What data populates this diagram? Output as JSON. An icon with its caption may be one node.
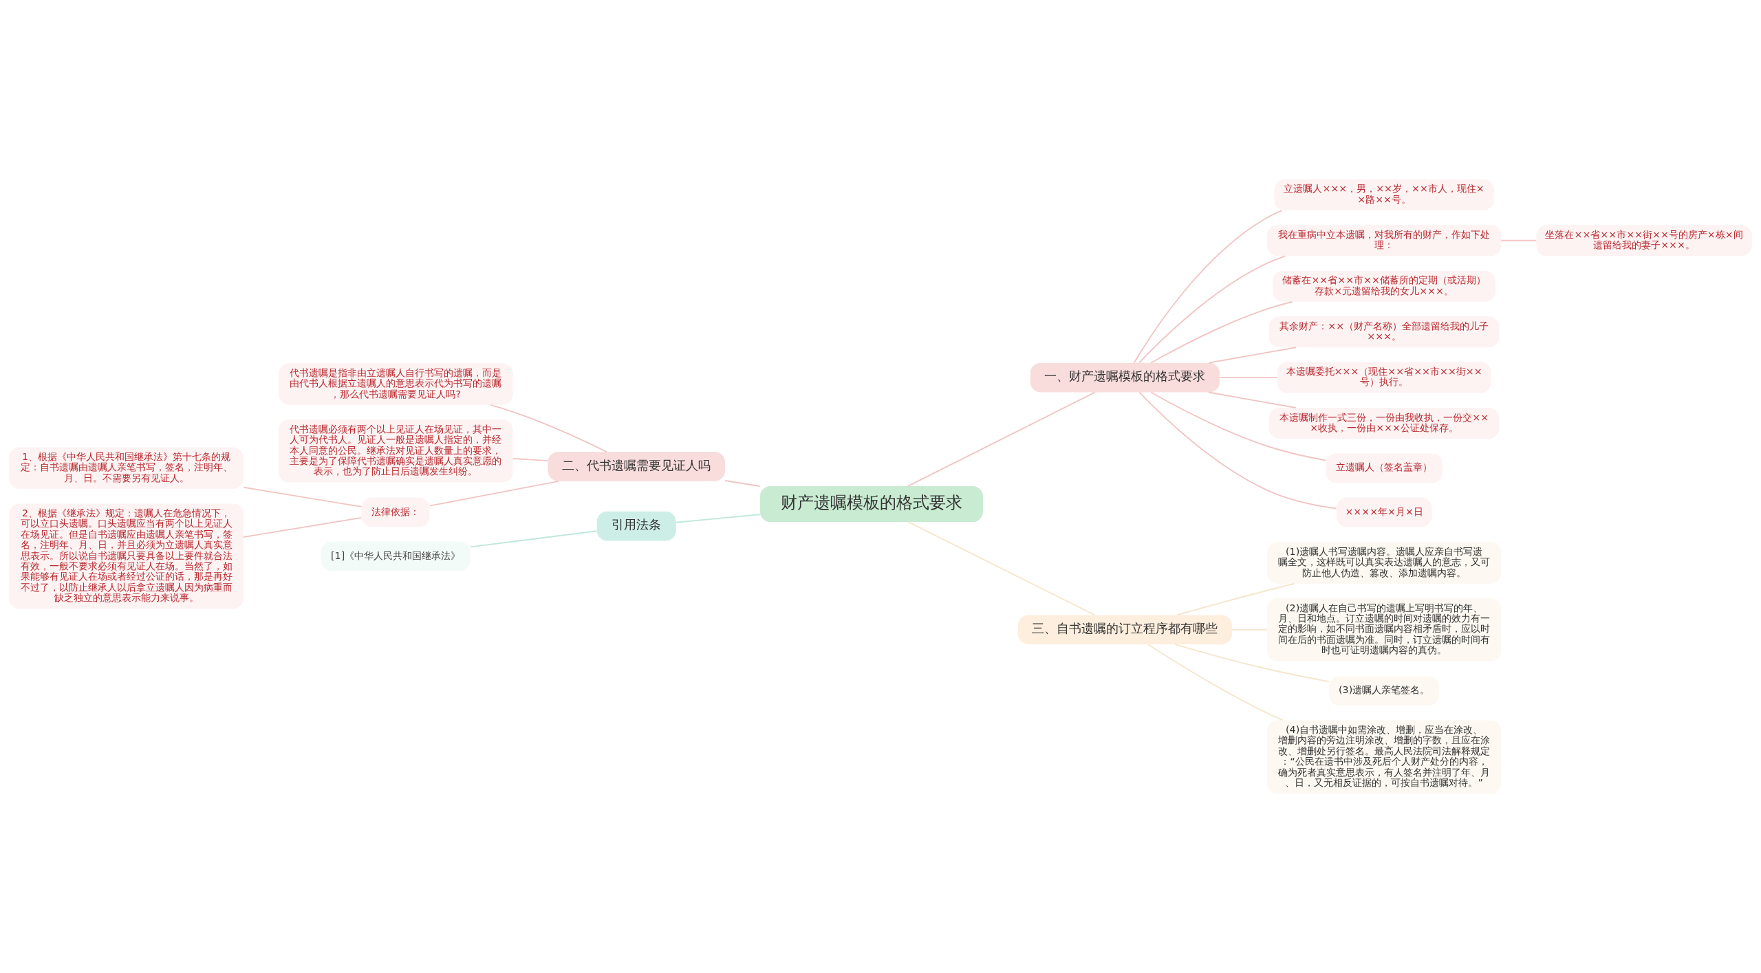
{
  "diagram": {
    "nodes": [
      {
        "text": [
          "财产遗嘱模板的格式要求"
        ]
      },
      {
        "text": [
          "一、财产遗嘱模板的格式要求"
        ]
      },
      {
        "text": [
          "立遗嘱人×××，男，××岁，××市人，现住××路××号。"
        ]
      },
      {
        "text": [
          "我在重病中立本遗嘱，对我所有的财产，作如下处理："
        ]
      },
      {
        "text": [
          "坐落在××省××市××街××号的房产×栋×间遗留给我的妻子×××。"
        ]
      },
      {
        "text": [
          "储蓄在××省××市××储蓄所的定期（或活期）存款×元遗留给我的女儿×××。"
        ]
      },
      {
        "text": [
          "其余财产：××（财产名称）全部遗留给我的儿子×××。"
        ]
      },
      {
        "text": [
          "本遗嘱委托×××（现住××省××市××街××号）执行。"
        ]
      },
      {
        "text": [
          "本遗嘱制作一式三份，一份由我收执，一份交×××收执，一份由×××公证处保存。"
        ]
      },
      {
        "text": [
          "立遗嘱人（签名盖章）"
        ]
      },
      {
        "text": [
          "××××年×月×日"
        ]
      },
      {
        "text": [
          "二、代书遗嘱需要见证人吗"
        ]
      },
      {
        "text": [
          "代书遗嘱是指非由立遗嘱人自行书写的遗嘱，而是由代书人根据立遗嘱人的意思表示代为书写的遗嘱，那么代书遗嘱需要见证人吗?"
        ]
      },
      {
        "text": [
          "代书遗嘱必须有两个以上见证人在场见证，其中一人可为代书人。见证人一般是遗嘱人指定的，并经本人同意的公民。继承法对见证人数量上的要求，主要是为了保障代书遗嘱确实是遗嘱人真实意愿的表示，也为了防止日后遗嘱发生纠纷。"
        ]
      },
      {
        "text": [
          "法律依据："
        ]
      },
      {
        "text": [
          "1、根据《中华人民共和国继承法》第十七条的规定：自书遗嘱由遗嘱人亲笔书写，签名，注明年、月、日。不需要另有见证人。"
        ]
      },
      {
        "text": [
          "2、根据《继承法》规定：遗嘱人在危急情况下，可以立口头遗嘱。口头遗嘱应当有两个以上见证人在场见证。但是自书遗嘱应由遗嘱人亲笔书写，签名，注明年、月、日，并且必须为立遗嘱人真实意思表示。所以说自书遗嘱只要具备以上要件就合法有效，一般不要求必须有见证人在场。当然了，如果能够有见证人在场或者经过公证的话，那是再好不过了，以防止继承人以后拿立遗嘱人因为病重而缺乏独立的意思表示能力来说事。"
        ]
      },
      {
        "text": [
          "三、自书遗嘱的订立程序都有哪些"
        ]
      },
      {
        "text": [
          "(1)遗嘱人书写遗嘱内容。遗嘱人应亲自书写遗嘱全文，这样既可以真实表达遗嘱人的意志，又可防止他人伪造、篡改、添加遗嘱内容。"
        ]
      },
      {
        "text": [
          "(2)遗嘱人在自己书写的遗嘱上写明书写的年、月、日和地点。订立遗嘱的时间对遗嘱的效力有一定的影响，如不同书面遗嘱内容相矛盾时，应以时间在后的书面遗嘱为准。同时，订立遗嘱的时间有时也可证明遗嘱内容的真伪。"
        ]
      },
      {
        "text": [
          "(3)遗嘱人亲笔签名。"
        ]
      },
      {
        "text": [
          "(4)自书遗嘱中如需涂改、增删，应当在涂改、增删内容的旁边注明涂改、增删的字数，且应在涂改、增删处另行签名。最高人民法院司法解释规定：“公民在遗书中涉及死后个人财产处分的内容，确为死者真实意思表示，有人签名并注明了年、月、日，又无相反证据的，可按自书遗嘱对待。”"
        ]
      },
      {
        "text": [
          "引用法条"
        ]
      },
      {
        "text": [
          "[1]《中华人民共和国继承法》"
        ]
      }
    ],
    "edges": [
      {
        "from": 0,
        "to": 1,
        "arrow": "none"
      },
      {
        "from": 1,
        "to": 2,
        "arrow": "none"
      },
      {
        "from": 1,
        "to": 3,
        "arrow": "none"
      },
      {
        "from": 3,
        "to": 4,
        "arrow": "none"
      },
      {
        "from": 1,
        "to": 5,
        "arrow": "none"
      },
      {
        "from": 1,
        "to": 6,
        "arrow": "none"
      },
      {
        "from": 1,
        "to": 7,
        "arrow": "none"
      },
      {
        "from": 1,
        "to": 8,
        "arrow": "none"
      },
      {
        "from": 1,
        "to": 9,
        "arrow": "none"
      },
      {
        "from": 1,
        "to": 10,
        "arrow": "none"
      },
      {
        "from": 0,
        "to": 11,
        "arrow": "none"
      },
      {
        "from": 11,
        "to": 12,
        "arrow": "none"
      },
      {
        "from": 11,
        "to": 13,
        "arrow": "none"
      },
      {
        "from": 11,
        "to": 14,
        "arrow": "none"
      },
      {
        "from": 14,
        "to": 15,
        "arrow": "none"
      },
      {
        "from": 14,
        "to": 16,
        "arrow": "none"
      },
      {
        "from": 0,
        "to": 17,
        "arrow": "none",
        "color": "#f6e6cc"
      },
      {
        "from": 17,
        "to": 18,
        "arrow": "none",
        "color": "#f6e6cc"
      },
      {
        "from": 17,
        "to": 19,
        "arrow": "none",
        "color": "#f6e6cc"
      },
      {
        "from": 17,
        "to": 20,
        "arrow": "none",
        "color": "#f6e6cc"
      },
      {
        "from": 17,
        "to": 21,
        "arrow": "none",
        "color": "#f6e6cc"
      },
      {
        "from": 0,
        "to": 22,
        "arrow": "none",
        "color": "#bfe7dd"
      },
      {
        "from": 22,
        "to": 23,
        "arrow": "none",
        "color": "#bfe7dd"
      }
    ]
  }
}
